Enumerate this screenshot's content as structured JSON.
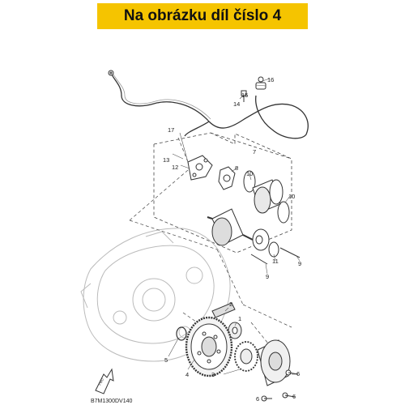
{
  "banner": {
    "text": "Na obrázku díl číslo 4",
    "color": "#f5c400"
  },
  "parts": {
    "p1": "1",
    "p2": "2",
    "p3": "3",
    "p4": "4",
    "p5": "5",
    "p6a": "6",
    "p6b": "6",
    "p6c": "6",
    "p7": "7",
    "p8": "8",
    "p9a": "9",
    "p9b": "9",
    "p10a": "10",
    "p10b": "10",
    "p11": "11",
    "p12": "12",
    "p13": "13",
    "p14": "14",
    "p15": "15",
    "p16": "16",
    "p17": "17"
  },
  "diagram_code": "B7M1300DV140",
  "front_arrow_label": "FWD"
}
